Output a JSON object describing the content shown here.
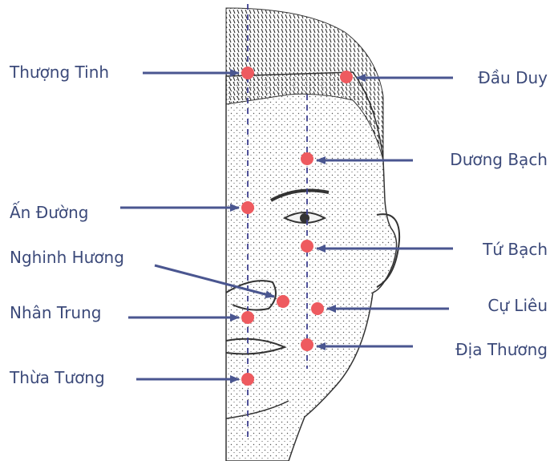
{
  "colors": {
    "label": "#3c4a7a",
    "arrow": "#4a5690",
    "point": "#ee5a5f",
    "guide": "#3d3f8f"
  },
  "labels": {
    "thuong_tinh": "Thượng Tinh",
    "dau_duy": "Đầu Duy",
    "duong_bach": "Dương Bạch",
    "an_duong": "Ấn Đường",
    "tu_bach": "Tứ Bạch",
    "nghinh_huong": "Nghinh Hương",
    "nhan_trung": "Nhân Trung",
    "cu_lieu": "Cự Liêu",
    "dia_thuong": "Địa Thương",
    "thua_tuong": "Thừa Tương"
  }
}
